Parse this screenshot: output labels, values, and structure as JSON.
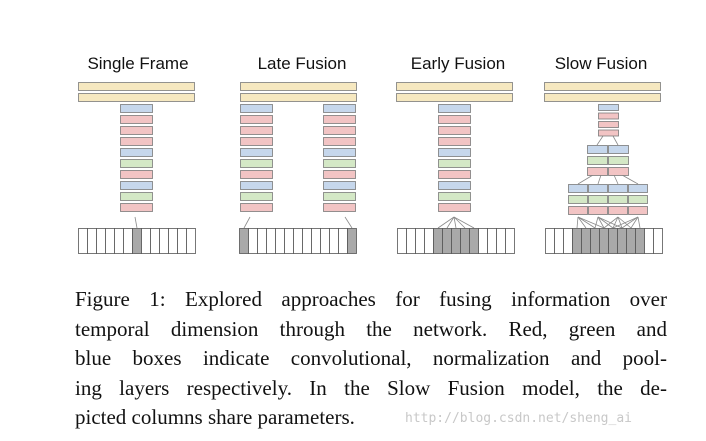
{
  "figure": {
    "panels": [
      {
        "id": "single-frame",
        "title": "Single Frame"
      },
      {
        "id": "late-fusion",
        "title": "Late Fusion"
      },
      {
        "id": "early-fusion",
        "title": "Early Fusion"
      },
      {
        "id": "slow-fusion",
        "title": "Slow Fusion"
      }
    ],
    "colors": {
      "convolutional": "#f2c4c4",
      "normalization": "#d4e8c6",
      "pooling": "#c6d7ec",
      "fully_connected": "#f6e8c0",
      "frame_on": "#a9a9a9",
      "frame_off": "#ffffff",
      "stroke": "#7a7a7a"
    }
  },
  "caption": {
    "lines": [
      "Figure 1: Explored approaches for fusing information over",
      "temporal dimension through the network.  Red, green and",
      "blue boxes indicate convolutional, normalization and pool-",
      "ing layers respectively. In the Slow Fusion model, the de-",
      "picted columns share parameters."
    ]
  },
  "watermark": "http://blog.csdn.net/sheng_ai"
}
